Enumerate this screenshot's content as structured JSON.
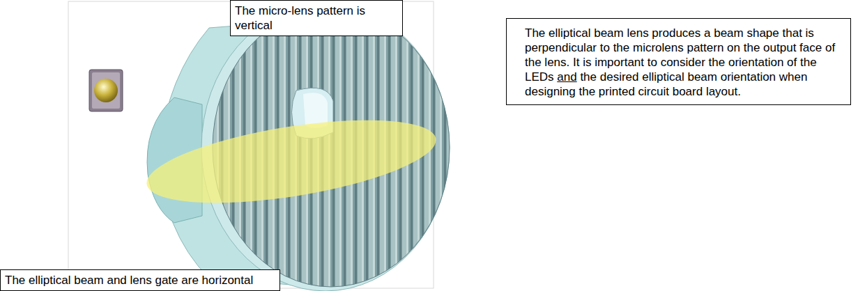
{
  "diagram": {
    "nodes": [
      {
        "text": [
          "The micro-lens pattern is vertical"
        ]
      },
      {
        "text": [
          "The elliptical beam and lens gate are horizontal"
        ]
      },
      {
        "text": [
          "The elliptical beam lens produces a beam shape that is perpendicular to the microlens pattern on the output face of the lens. It is important to consider the orientation of the LEDs and the desired elliptical beam orientation when designing the printed circuit board layout."
        ]
      }
    ]
  }
}
